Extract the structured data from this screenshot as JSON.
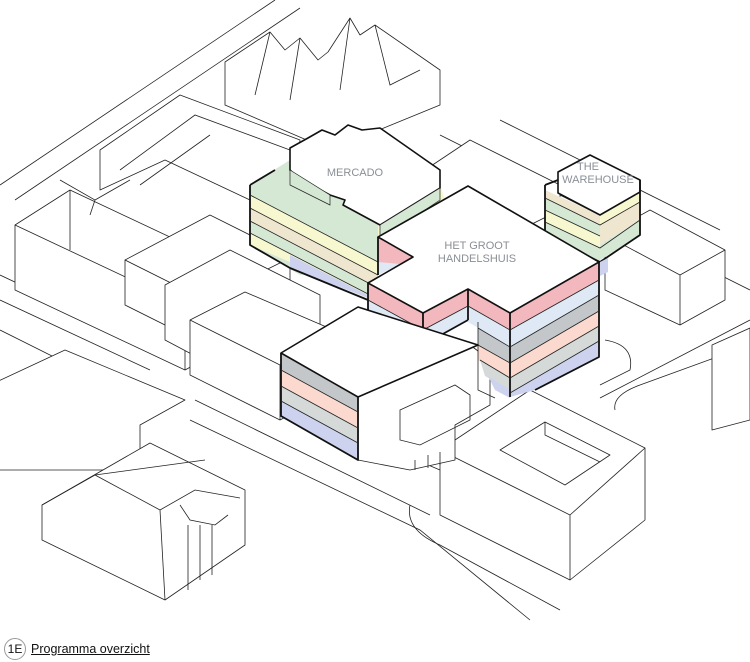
{
  "buildings": {
    "mercado": {
      "label": "MERCADO"
    },
    "groot_handelshuis": {
      "label_line1": "HET GROOT",
      "label_line2": "HANDELSHUIS"
    },
    "warehouse": {
      "label_line1": "THE",
      "label_line2": "WAREHOUSE"
    }
  },
  "caption": {
    "badge": "1E",
    "title": "Programma overzicht"
  },
  "colors": {
    "pink": "#f2b8bd",
    "light_blue": "#dfe8f5",
    "gray": "#c3c7ca",
    "peach": "#fbd9cf",
    "light_gray": "#d5d9d8",
    "lavender": "#cdd3ee",
    "green": "#d5e8d4",
    "yellow": "#f7f7d0",
    "tan": "#efe6cf"
  }
}
